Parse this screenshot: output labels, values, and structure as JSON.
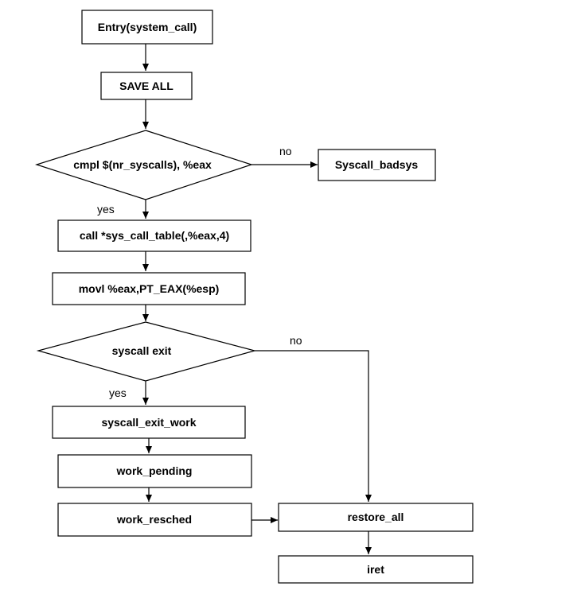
{
  "nodes": {
    "entry": "Entry(system_call)",
    "save_all": "SAVE ALL",
    "cmpl": "cmpl $(nr_syscalls), %eax",
    "badsys": "Syscall_badsys",
    "call_table": "call *sys_call_table(,%eax,4)",
    "movl": "movl %eax,PT_EAX(%esp)",
    "syscall_exit": "syscall exit",
    "exit_work": "syscall_exit_work",
    "work_pending": "work_pending",
    "work_resched": "work_resched",
    "restore_all": "restore_all",
    "iret": "iret"
  },
  "edges": {
    "cmpl_no": "no",
    "cmpl_yes": "yes",
    "exit_no": "no",
    "exit_yes": "yes"
  }
}
